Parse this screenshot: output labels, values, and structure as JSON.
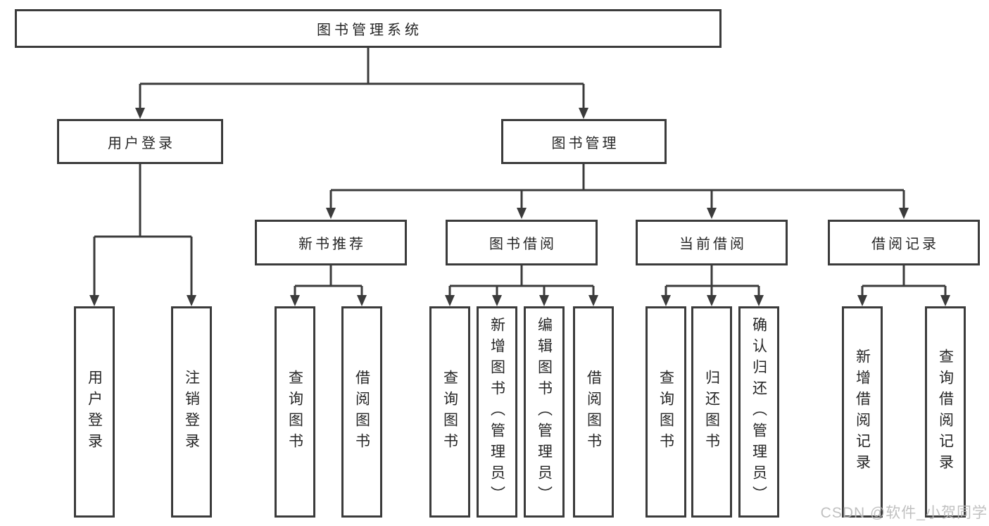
{
  "diagram": {
    "root": {
      "label": "图书管理系统"
    },
    "branches": [
      {
        "label": "用户登录",
        "children": [
          {
            "label": "用户登录"
          },
          {
            "label": "注销登录"
          }
        ]
      },
      {
        "label": "图书管理",
        "sections": [
          {
            "label": "新书推荐",
            "children": [
              {
                "label": "查询图书"
              },
              {
                "label": "借阅图书"
              }
            ]
          },
          {
            "label": "图书借阅",
            "children": [
              {
                "label": "查询图书"
              },
              {
                "label": "新增图书（管理员）"
              },
              {
                "label": "编辑图书（管理员）"
              },
              {
                "label": "借阅图书"
              }
            ]
          },
          {
            "label": "当前借阅",
            "children": [
              {
                "label": "查询图书"
              },
              {
                "label": "归还图书"
              },
              {
                "label": "确认归还（管理员）"
              }
            ]
          },
          {
            "label": "借阅记录",
            "children": [
              {
                "label": "新增借阅记录"
              },
              {
                "label": "查询借阅记录"
              }
            ]
          }
        ]
      }
    ],
    "watermark": "CSDN @软件_小贺同学",
    "colors": {
      "line": "#3b3b3b",
      "box_border": "#3b3b3b",
      "text": "#262626",
      "background": "#ffffff",
      "watermark_text": "#b9b9b9"
    }
  }
}
